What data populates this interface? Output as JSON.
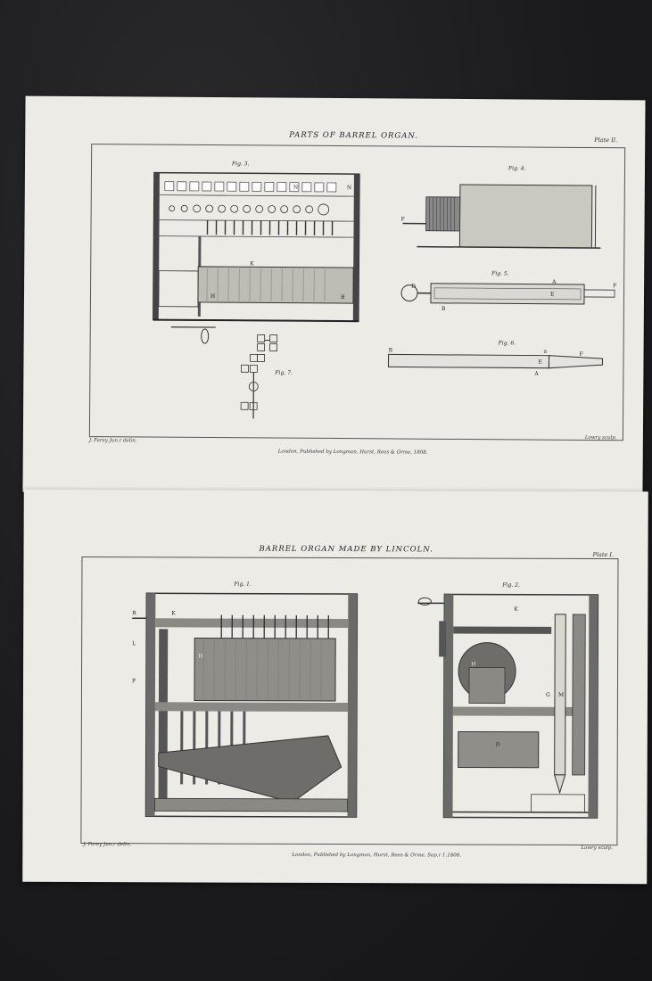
{
  "plates": [
    {
      "title": "PARTS OF BARREL ORGAN.",
      "plate_number": "Plate II.",
      "delineator": "J. Farey Jun.r delin.",
      "engraver": "Lowry sculp.",
      "publisher": "London, Published by Longman, Hurst, Rees & Orme, 1808.",
      "figures": [
        "Fig. 3.",
        "Fig. 4.",
        "Fig. 5.",
        "Fig. 6.",
        "Fig. 7."
      ]
    },
    {
      "title": "BARREL ORGAN MADE BY LINCOLN.",
      "plate_number": "Plate I.",
      "delineator": "J. Farey Jun.r delin.",
      "engraver": "Lowry sculp.",
      "publisher": "London, Published by Longman, Hurst, Rees & Orme, Sep.r 1.1808.",
      "figures": [
        "Fig. 1.",
        "Fig. 2."
      ]
    }
  ],
  "colors": {
    "background": "#1d1d1f",
    "paper": "#ecebe6",
    "ink": "#2a2a2a"
  }
}
